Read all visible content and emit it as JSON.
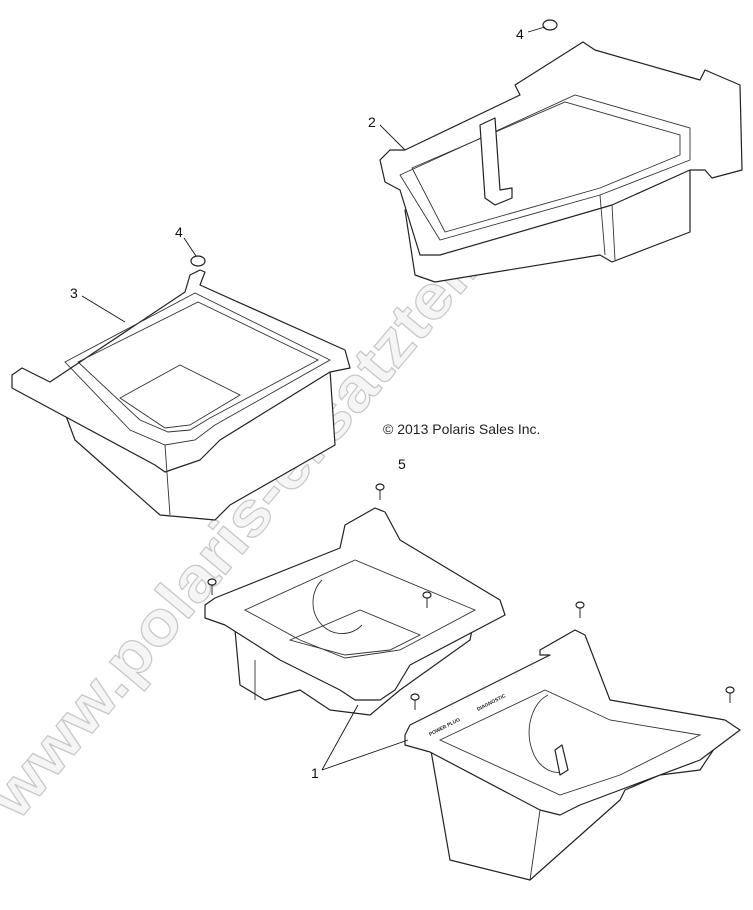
{
  "diagram": {
    "callouts": [
      {
        "id": "callout-4-top",
        "label": "4"
      },
      {
        "id": "callout-2",
        "label": "2"
      },
      {
        "id": "callout-4-left",
        "label": "4"
      },
      {
        "id": "callout-3",
        "label": "3"
      },
      {
        "id": "callout-5",
        "label": "5"
      },
      {
        "id": "callout-1",
        "label": "1"
      }
    ],
    "copyright": "© 2013 Polaris Sales Inc.",
    "part_embossing": [
      "POWER PLUG",
      "DIAGNOSTIC"
    ],
    "watermark": "www.polaris-ersatzteile.de"
  }
}
